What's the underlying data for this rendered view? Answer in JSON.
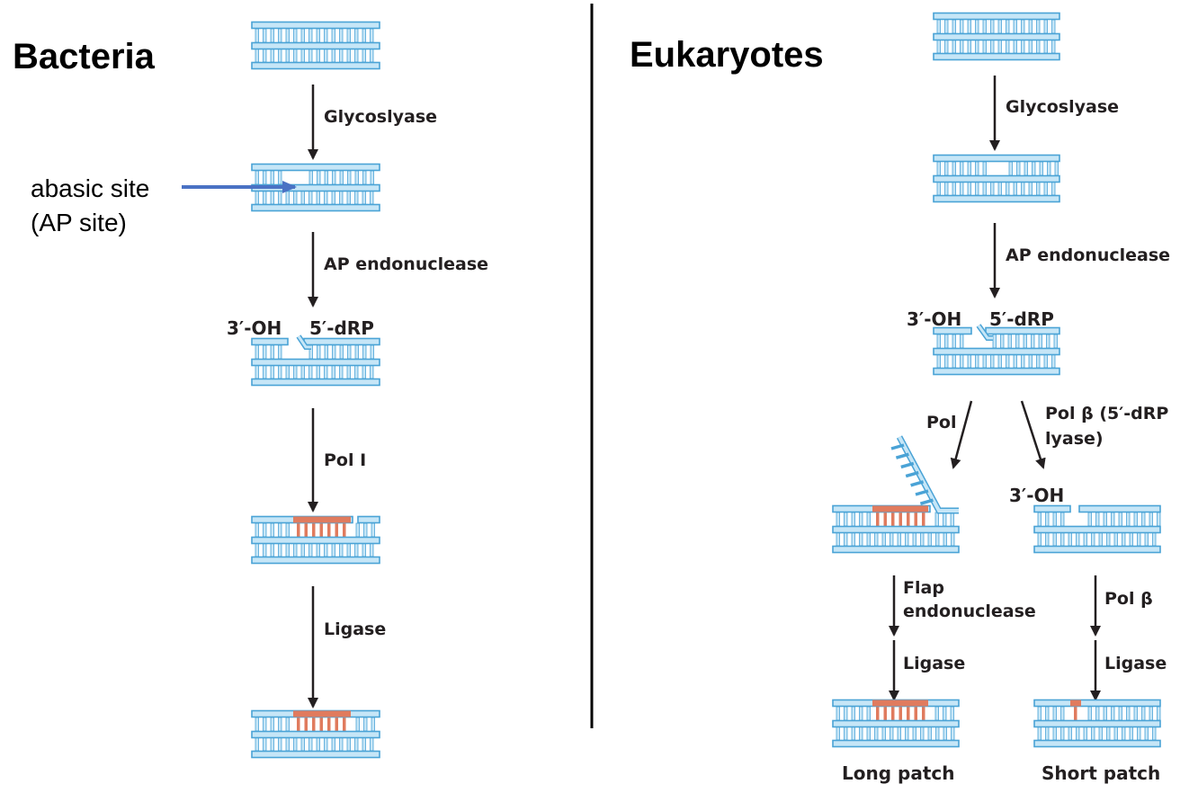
{
  "panels": {
    "bacteria": {
      "title": "Bacteria"
    },
    "eukaryotes": {
      "title": "Eukaryotes"
    }
  },
  "annotation": {
    "line1": "abasic site",
    "line2": "(AP site)"
  },
  "bacteria_steps": {
    "glycosylase": "Glycoslyase",
    "ap_endonuclease": "AP endonuclease",
    "pol": "Pol I",
    "ligase": "Ligase"
  },
  "bacteria_ends": {
    "three_oh": "3′-OH",
    "five_drp": "5′-dRP"
  },
  "eukaryote_steps": {
    "glycosylase": "Glycoslyase",
    "ap_endonuclease": "AP endonuclease",
    "pol": "Pol",
    "pol_beta_lyase_line1": "Pol β (5′-dRP",
    "pol_beta_lyase_line2": "lyase)",
    "flap_line1": "Flap",
    "flap_line2": "endonuclease",
    "ligase_long": "Ligase",
    "pol_beta": "Pol β",
    "ligase_short": "Ligase"
  },
  "eukaryote_ends": {
    "three_oh": "3′-OH",
    "five_drp": "5′-dRP",
    "three_oh_short": "3′-OH"
  },
  "outcomes": {
    "long_patch": "Long patch",
    "short_patch": "Short patch"
  },
  "colors": {
    "strand": "#4aa3d6",
    "strand_fill": "#c6e6f7",
    "patch": "#e07b5e",
    "arrow": "#231f20",
    "annotation_arrow": "#4a72c4",
    "divider": "#000000"
  }
}
